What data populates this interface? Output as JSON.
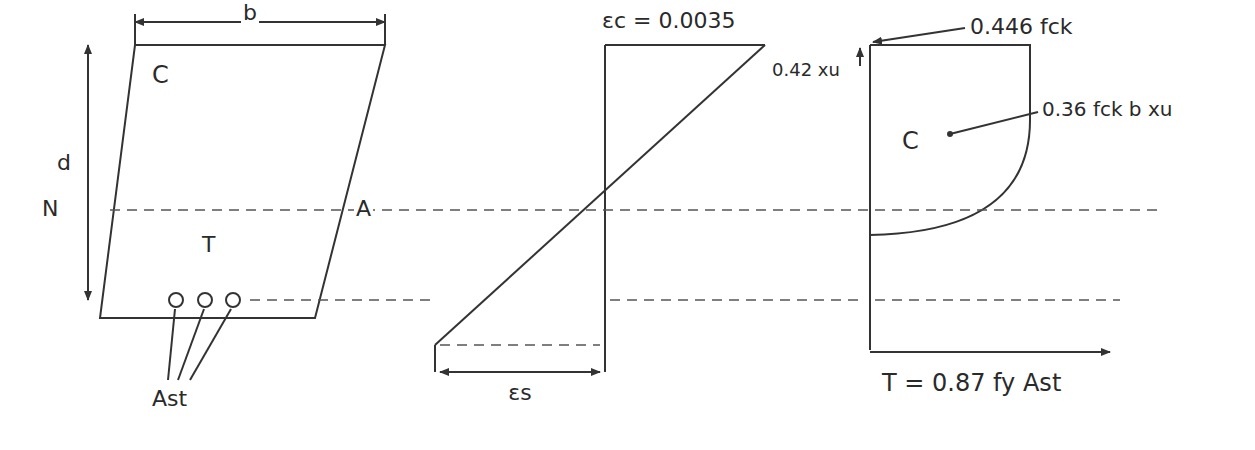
{
  "diagram": {
    "labels": [
      "b",
      "d",
      "N",
      "C",
      "T",
      "A",
      "Ast",
      "εc = 0.0035",
      "εs",
      "0.446 fck",
      "0.42 xu",
      "C",
      "0.36 fck b xu",
      "T = 0.87 fy Ast"
    ]
  }
}
